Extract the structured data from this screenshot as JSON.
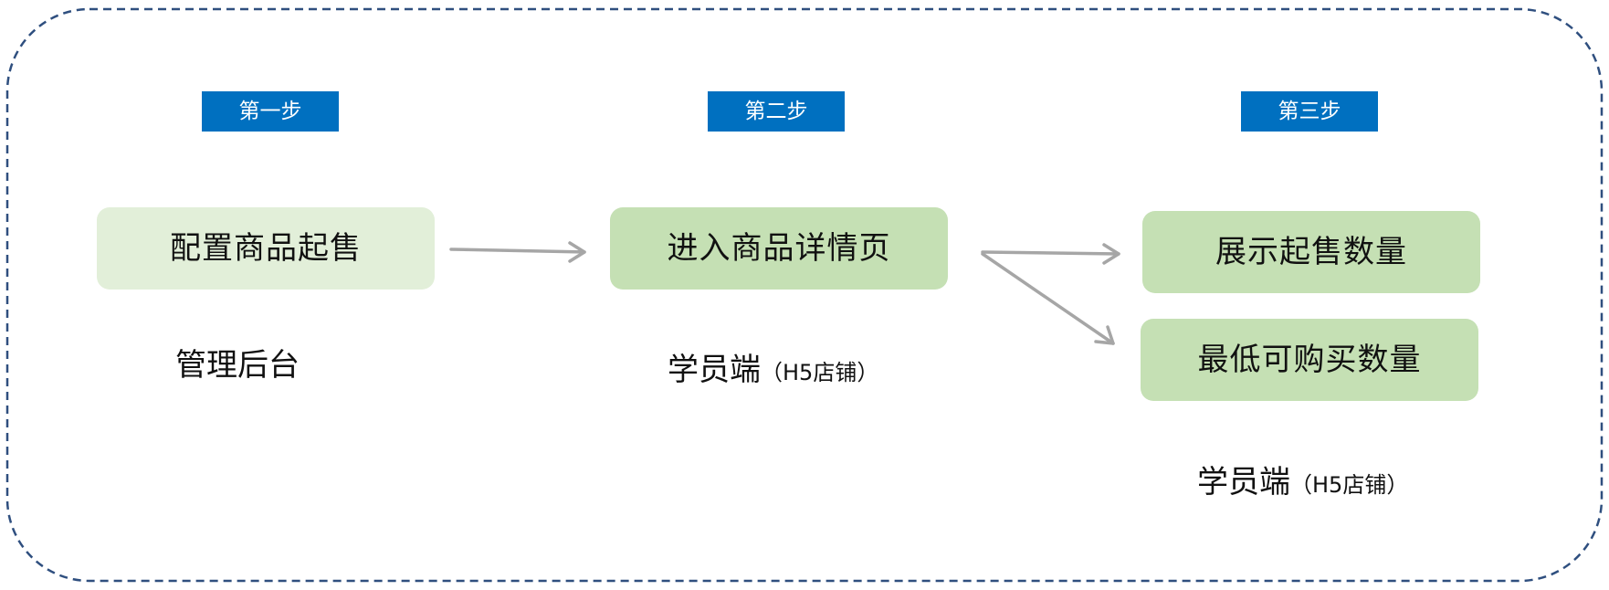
{
  "steps": [
    {
      "label": "第一步"
    },
    {
      "label": "第二步"
    },
    {
      "label": "第三步"
    }
  ],
  "boxes": {
    "configure": "配置商品起售",
    "detail_page": "进入商品详情页",
    "show_quantity": "展示起售数量",
    "min_quantity": "最低可购买数量"
  },
  "captions": {
    "admin": {
      "main": "管理后台"
    },
    "student_step2": {
      "main": "学员端",
      "suffix": "（H5店铺）"
    },
    "student_step3": {
      "main": "学员端",
      "suffix": "（H5店铺）"
    }
  },
  "colors": {
    "step_tag": "#0070c0",
    "box_light": "#e2efd9",
    "box_mid": "#c5e0b4",
    "frame_border": "#2f4f7f",
    "arrow": "#a6a6a6"
  }
}
